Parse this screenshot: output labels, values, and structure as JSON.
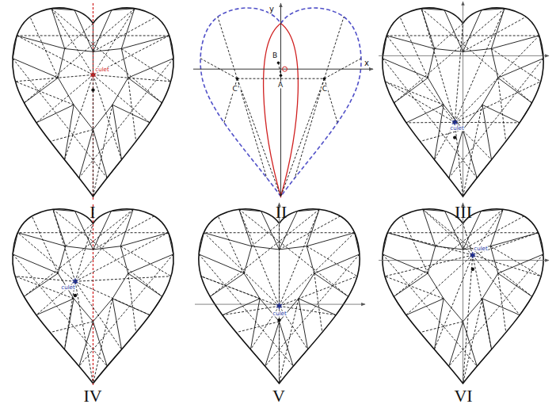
{
  "diagram": {
    "labels": [
      "culet",
      "y",
      "B",
      "x",
      "C'",
      "A",
      "C",
      "culet",
      "I",
      "II",
      "III",
      "culet",
      "culet",
      "culet",
      "IV",
      "V",
      "VI"
    ]
  }
}
